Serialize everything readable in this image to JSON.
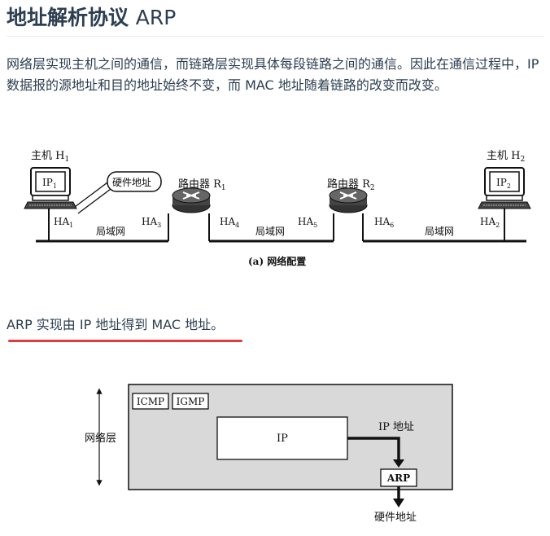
{
  "heading": {
    "cjk": "地址解析协议",
    "latin": "ARP"
  },
  "intro": "网络层实现主机之间的通信，而链路层实现具体每段链路之间的通信。因此在通信过程中，IP 数据报的源地址和目的地址始终不变，而 MAC 地址随着链路的改变而改变。",
  "network_figure": {
    "host1": {
      "label": "主机 H",
      "sub": "1",
      "screen": "IP",
      "screen_sub": "1",
      "ha": "HA",
      "ha_sub": "1"
    },
    "host2": {
      "label": "主机 H",
      "sub": "2",
      "screen": "IP",
      "screen_sub": "2",
      "ha": "HA",
      "ha_sub": "2"
    },
    "router1": {
      "label": "路由器 R",
      "sub": "1",
      "ha_left": "HA",
      "ha_left_sub": "3",
      "ha_right": "HA",
      "ha_right_sub": "4"
    },
    "router2": {
      "label": "路由器 R",
      "sub": "2",
      "ha_left": "HA",
      "ha_left_sub": "5",
      "ha_right": "HA",
      "ha_right_sub": "6"
    },
    "callout": "硬件地址",
    "lan_label": "局域网",
    "caption": "(a) 网络配置"
  },
  "arp_statement": "ARP 实现由 IP 地址得到 MAC 地址。",
  "layer_figure": {
    "side_label": "网络层",
    "icmp": "ICMP",
    "igmp": "IGMP",
    "ip": "IP",
    "ip_addr_label": "IP 地址",
    "arp": "ARP",
    "hw_addr_label": "硬件地址"
  },
  "colors": {
    "heading": "#2c3e50",
    "underline": "#e23b3b",
    "layer_bg": "#d9d9d9"
  }
}
